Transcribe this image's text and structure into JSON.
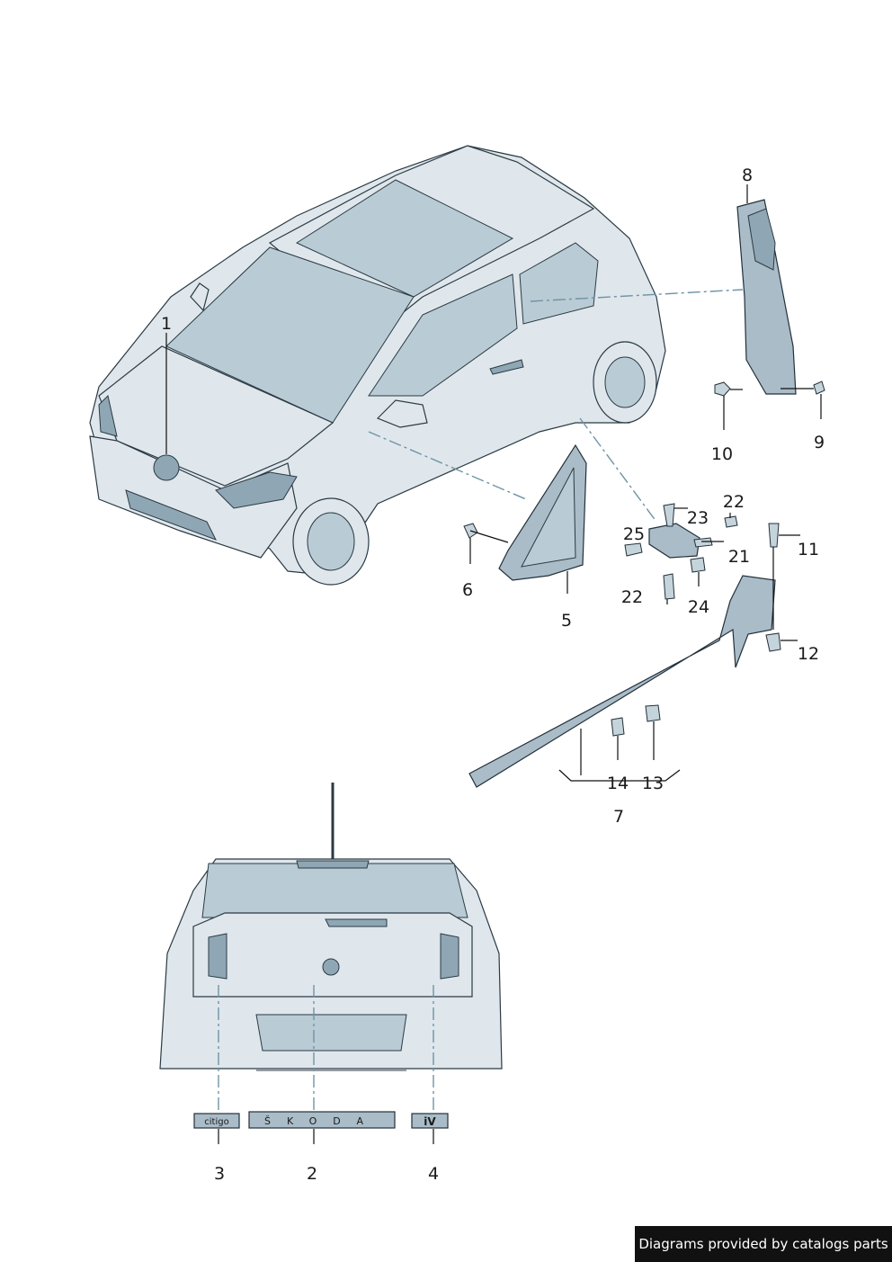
{
  "callouts": [
    {
      "id": "c1",
      "text": "1"
    },
    {
      "id": "c2",
      "text": "2"
    },
    {
      "id": "c3",
      "text": "3"
    },
    {
      "id": "c4",
      "text": "4"
    },
    {
      "id": "c5",
      "text": "5"
    },
    {
      "id": "c6",
      "text": "6"
    },
    {
      "id": "c7",
      "text": "7"
    },
    {
      "id": "c8",
      "text": "8"
    },
    {
      "id": "c9",
      "text": "9"
    },
    {
      "id": "c10",
      "text": "10"
    },
    {
      "id": "c11",
      "text": "11"
    },
    {
      "id": "c12",
      "text": "12"
    },
    {
      "id": "c13",
      "text": "13"
    },
    {
      "id": "c14",
      "text": "14"
    },
    {
      "id": "c21",
      "text": "21"
    },
    {
      "id": "c22a",
      "text": "22"
    },
    {
      "id": "c22b",
      "text": "22"
    },
    {
      "id": "c23",
      "text": "23"
    },
    {
      "id": "c24",
      "text": "24"
    },
    {
      "id": "c25",
      "text": "25"
    }
  ],
  "badges": {
    "emblem_3": "citigo",
    "emblem_2": "ŠKODA",
    "emblem_4": "iV"
  },
  "credit": "Diagrams provided by catalogs parts",
  "colors": {
    "body": "#dfe7ec",
    "glass": "#b9cbd4",
    "outline": "#2b3a44",
    "leader_dashed": "#6f94a6",
    "credit_bg": "#111111"
  }
}
